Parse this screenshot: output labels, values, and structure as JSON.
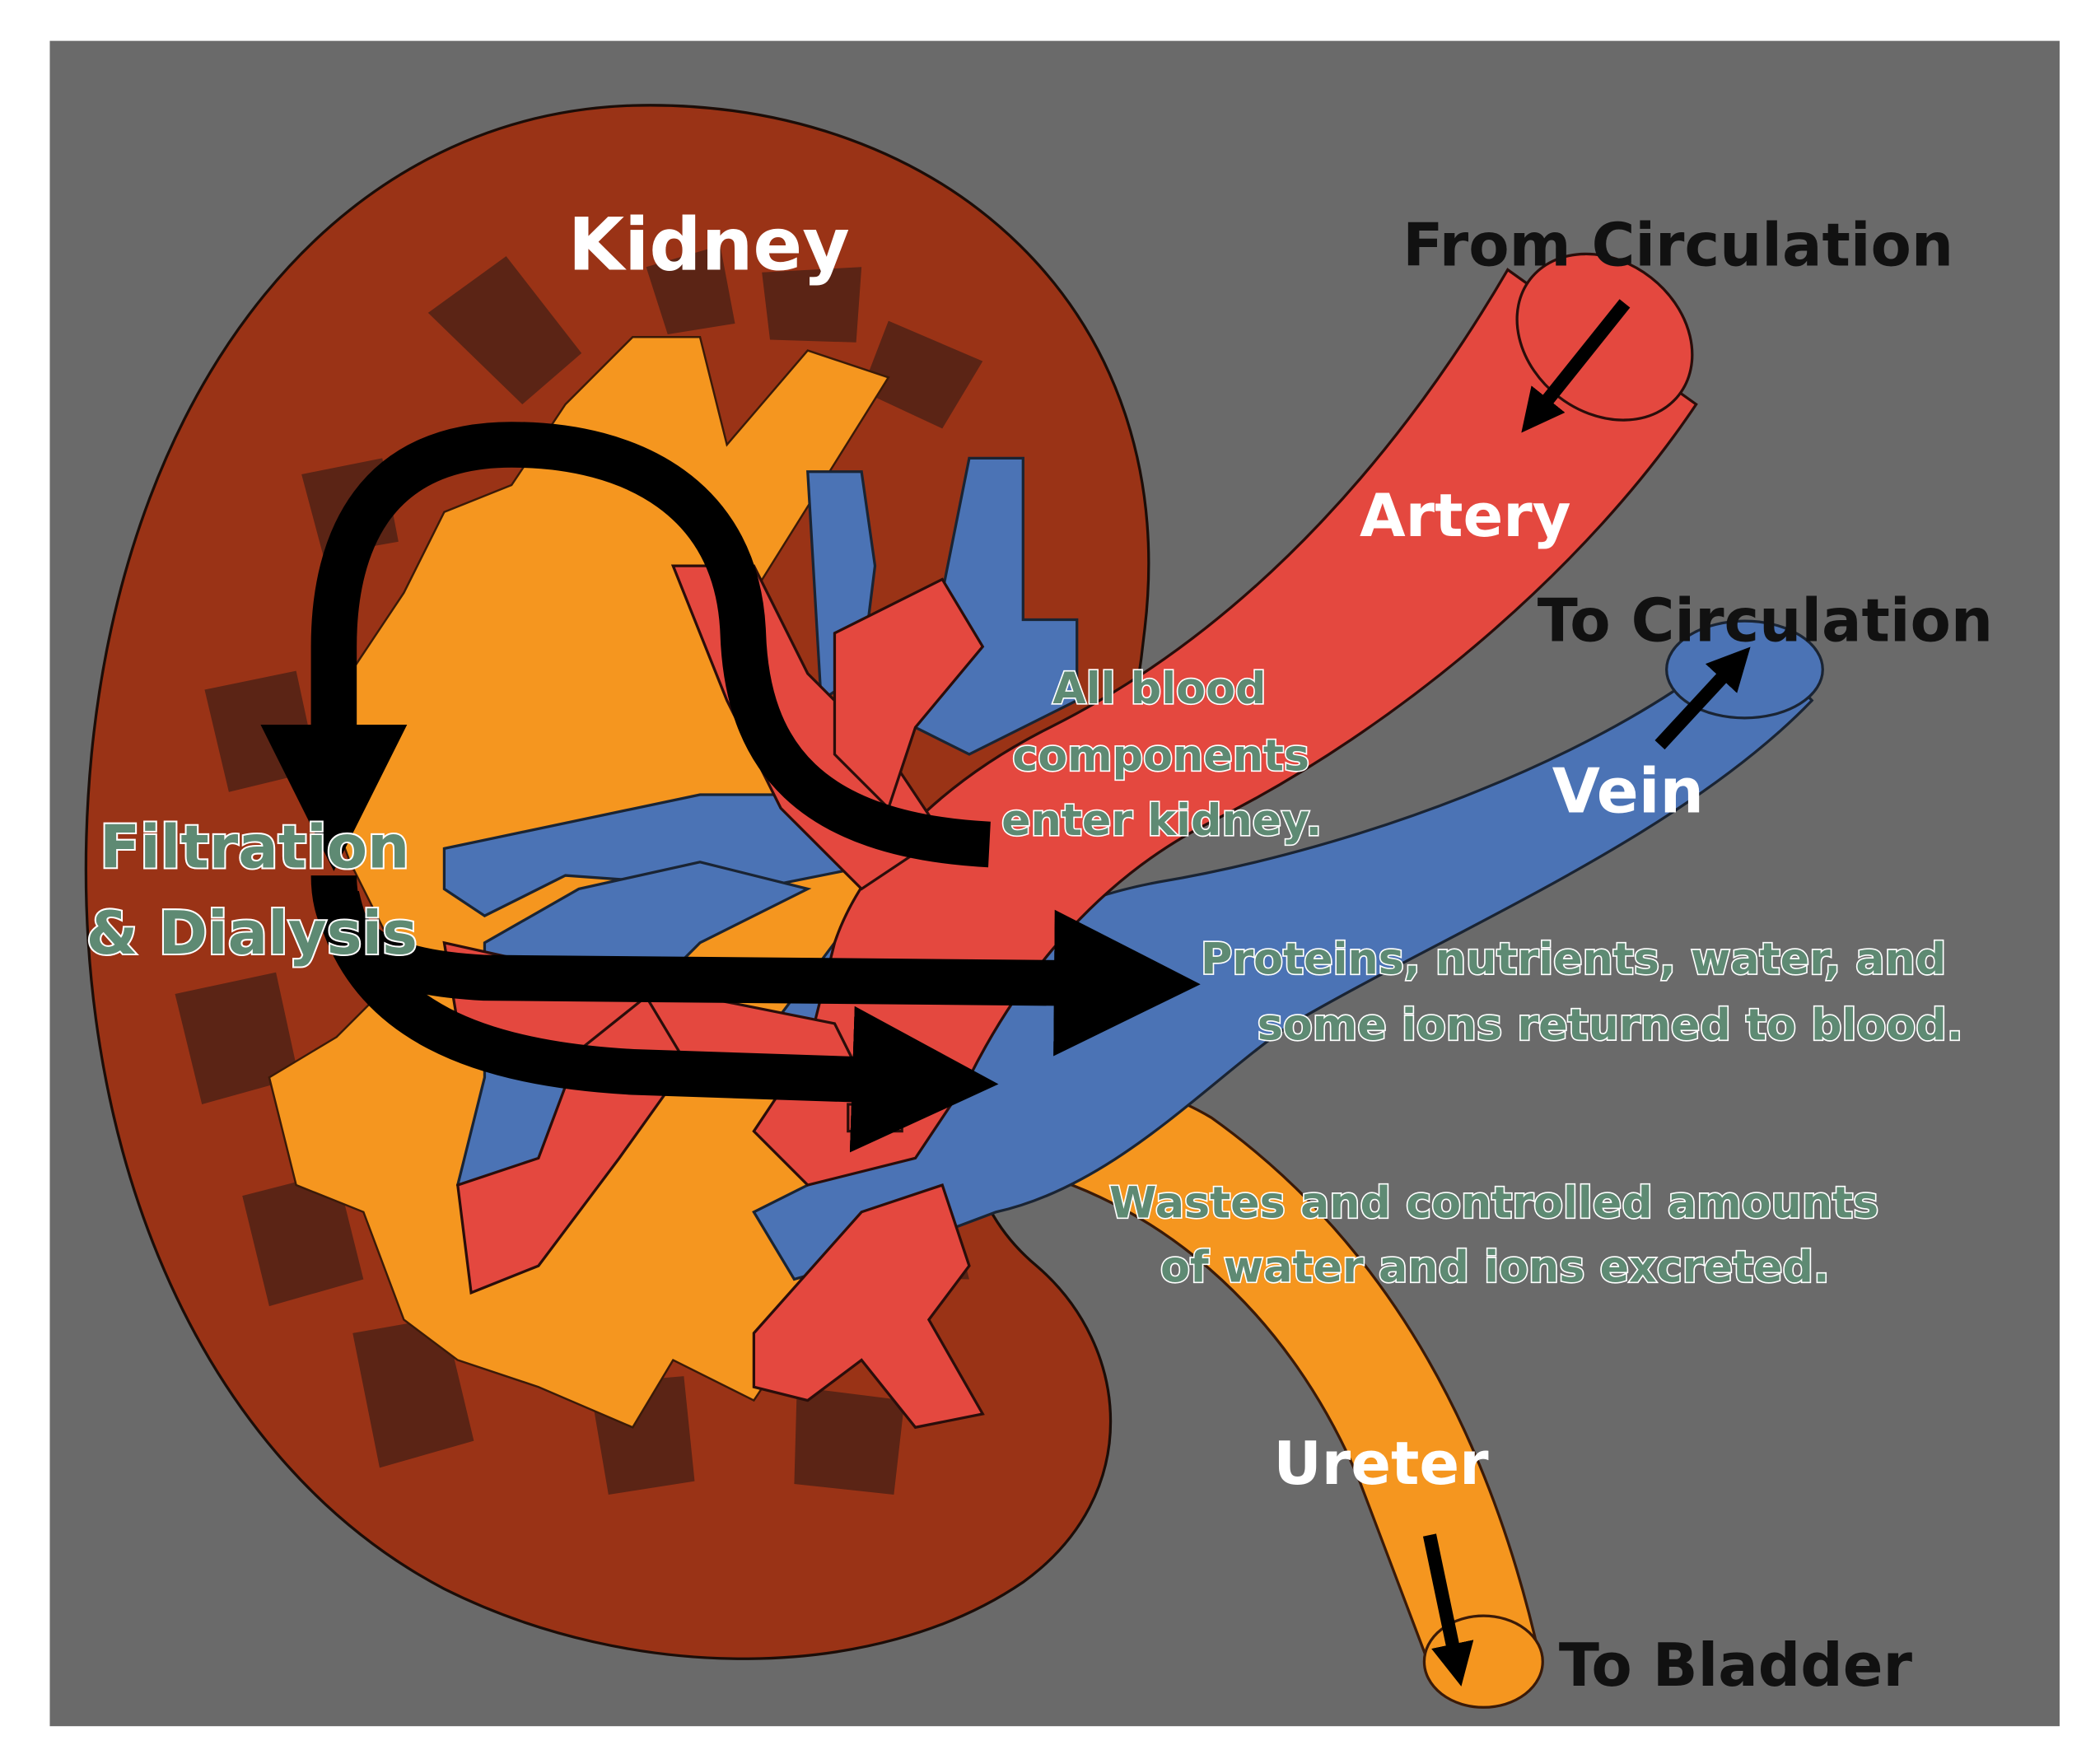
{
  "colors": {
    "background": "#6a6a6a",
    "kidney": "#9a3316",
    "pyramid": "#5b2415",
    "pelvis": "#f5961f",
    "artery": "#e4483f",
    "vein": "#4b73b5",
    "ureter": "#f5961f",
    "flow_arrow": "#000000",
    "label_green": "#5e8a73"
  },
  "labels": {
    "kidney": "Kidney",
    "from_circulation": "From Circulation",
    "artery": "Artery",
    "to_circulation": "To Circulation",
    "vein": "Vein",
    "all_blood_components": [
      "All blood",
      "components",
      "enter kidney."
    ],
    "filtration_dialysis": [
      "Filtration",
      "& Dialysis"
    ],
    "proteins_returned": [
      "Proteins, nutrients, water, and",
      "some ions returned to blood."
    ],
    "wastes_excreted": [
      "Wastes and controlled amounts",
      "of water and ions excreted."
    ],
    "ureter": "Ureter",
    "to_bladder": "To Bladder"
  }
}
